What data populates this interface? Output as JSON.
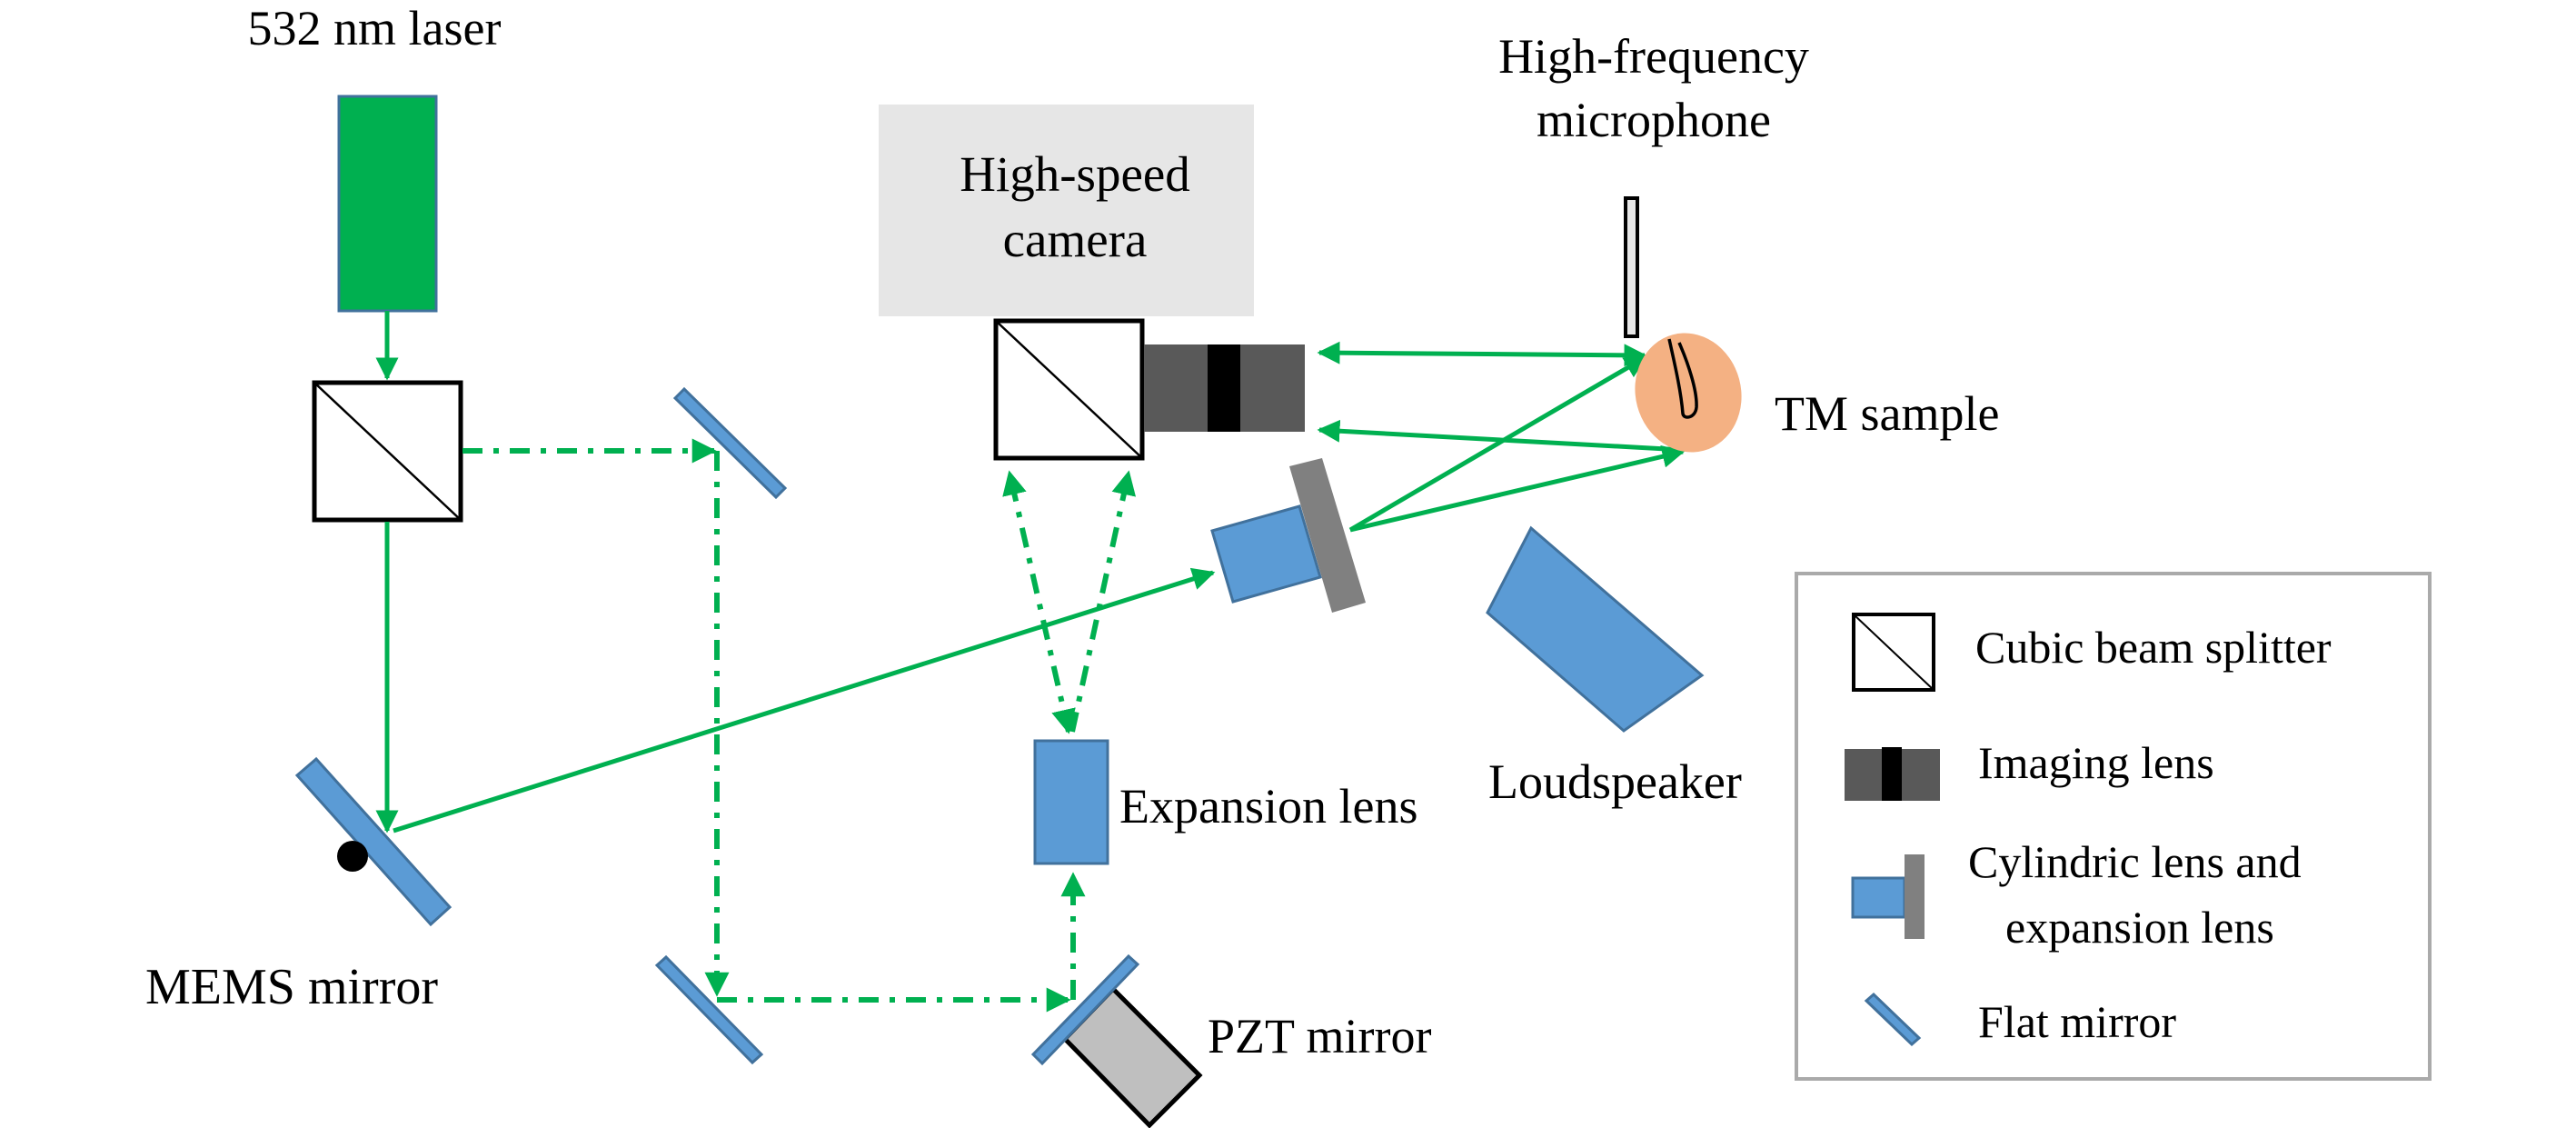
{
  "figure": {
    "type": "optical-setup-schematic",
    "colors": {
      "laser": "#00B050",
      "beam": "#00B050",
      "optic_blue": "#5B9BD5",
      "optic_outline": "#41719C",
      "camera_body": "#E6E6E6",
      "imaging_lens": "#595959",
      "cylinder_plate": "#808080",
      "pzt_body": "#BFBFBF",
      "tm_sample": "#F4B183",
      "legend_border": "#AAAAAA"
    }
  },
  "labels": {
    "laser": "532 nm laser",
    "camera_line1": "High-speed",
    "camera_line2": "camera",
    "microphone_line1": "High-frequency",
    "microphone_line2": "microphone",
    "tm_sample": "TM sample",
    "loudspeaker": "Loudspeaker",
    "expansion_lens": "Expansion lens",
    "mems_mirror": "MEMS mirror",
    "pzt_mirror": "PZT mirror"
  },
  "components": [
    {
      "id": "laser",
      "icon": "laser-source-icon"
    },
    {
      "id": "beam-splitter-input",
      "icon": "cubic-beam-splitter-icon"
    },
    {
      "id": "beam-splitter-camera",
      "icon": "cubic-beam-splitter-icon"
    },
    {
      "id": "flat-mirror-upper",
      "icon": "flat-mirror-icon"
    },
    {
      "id": "flat-mirror-lower",
      "icon": "flat-mirror-icon"
    },
    {
      "id": "mems-mirror",
      "icon": "mems-mirror-icon"
    },
    {
      "id": "pzt-mirror",
      "icon": "pzt-mirror-icon"
    },
    {
      "id": "expansion-lens",
      "icon": "expansion-lens-icon"
    },
    {
      "id": "imaging-lens",
      "icon": "imaging-lens-icon"
    },
    {
      "id": "cylindric-lens",
      "icon": "cylindric-lens-icon"
    },
    {
      "id": "high-speed-camera",
      "icon": "camera-icon"
    },
    {
      "id": "microphone",
      "icon": "microphone-icon"
    },
    {
      "id": "tm-sample",
      "icon": "tympanic-membrane-icon"
    },
    {
      "id": "loudspeaker",
      "icon": "loudspeaker-icon"
    }
  ],
  "beams": {
    "object_beam": {
      "style": "solid",
      "path": [
        "laser",
        "beam-splitter-input",
        "mems-mirror",
        "cylindric-lens",
        "tm-sample",
        "imaging-lens",
        "beam-splitter-camera"
      ]
    },
    "reference_beam": {
      "style": "dash-dot",
      "path": [
        "beam-splitter-input",
        "flat-mirror-upper",
        "flat-mirror-lower",
        "pzt-mirror",
        "expansion-lens",
        "beam-splitter-camera"
      ]
    }
  },
  "legend": {
    "items": [
      {
        "label": "Cubic beam splitter",
        "icon": "cubic-beam-splitter-icon"
      },
      {
        "label": "Imaging lens",
        "icon": "imaging-lens-icon"
      },
      {
        "label_line1": "Cylindric lens and",
        "label_line2": "expansion lens",
        "icon": "cylindric-lens-icon"
      },
      {
        "label": "Flat mirror",
        "icon": "flat-mirror-icon"
      }
    ]
  }
}
